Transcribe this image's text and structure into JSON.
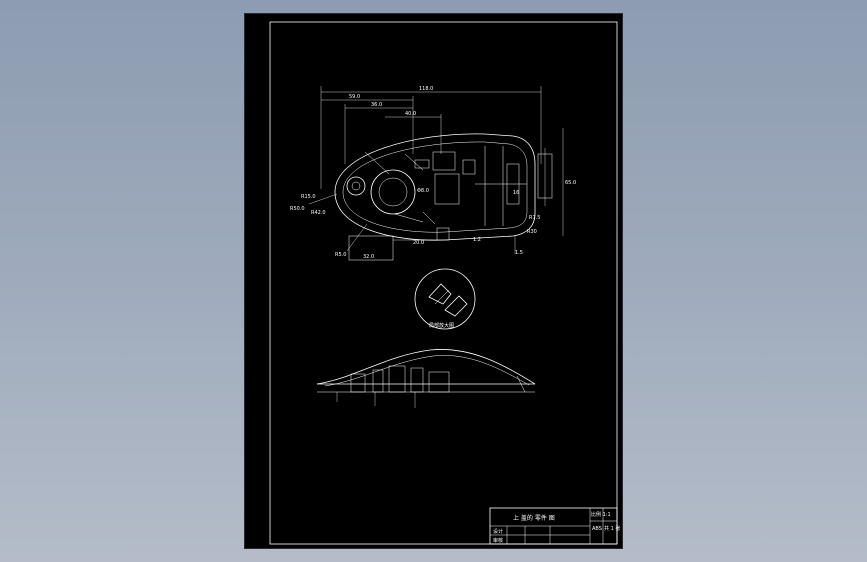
{
  "title_block": {
    "drawing_title": "上 盖的 零件 图",
    "cell_a": "设计",
    "cell_b": "审核",
    "scale_label": "比例 1:1",
    "material": "ABS",
    "sheet": "共 1 张"
  },
  "dimensions": {
    "overall_width": "118.0",
    "partial_left": "59.0",
    "partial_mid": "36.0",
    "partial_inner": "40.0",
    "height_right": "65.0",
    "r15": "R15.0",
    "r50": "R50.0",
    "r42": "R42.0",
    "phi": "Φ8.0",
    "r5": "R5.0",
    "bottom_32": "32.0",
    "bottom_20": "20.0",
    "d16": "16",
    "r30": "R30",
    "r75": "R7.5",
    "r1": "1.5",
    "r1b": "1.2"
  },
  "detail_label": "局部放大图"
}
